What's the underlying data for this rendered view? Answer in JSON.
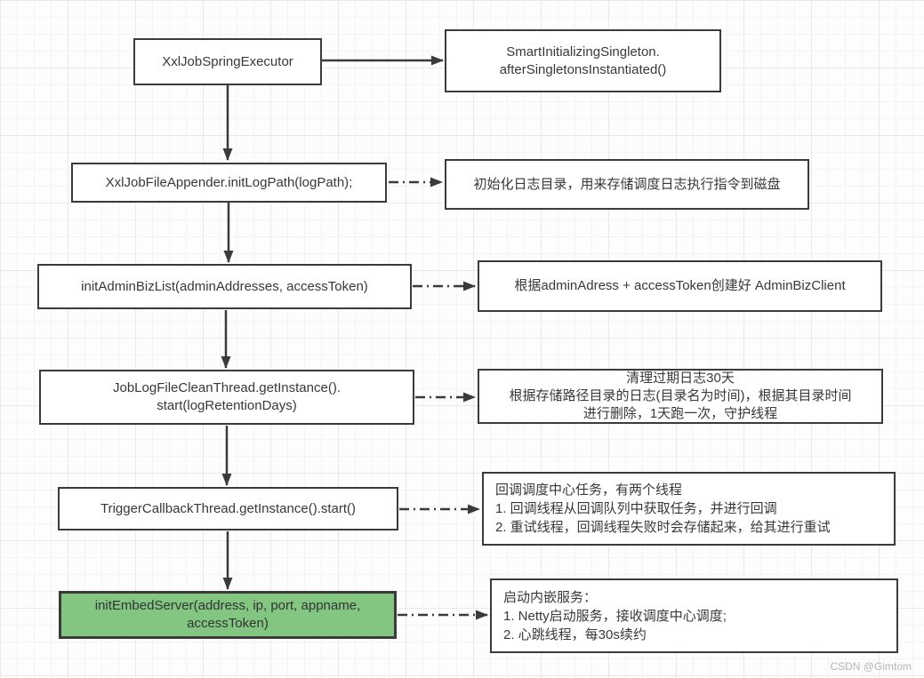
{
  "page": {
    "watermark": "CSDN @Gimtom"
  },
  "colors": {
    "node_border": "#3b3b3b",
    "node_fill": "#ffffff",
    "highlight_fill": "#82c682",
    "text": "#383838",
    "arrow": "#3b3b3b",
    "grid_line_minor": "#f4f4f4",
    "grid_line_major": "#e9e9e9",
    "background": "#fdfdfd",
    "watermark_text": "#b4b4b4"
  },
  "nodes": {
    "executor": {
      "text": "XxlJobSpringExecutor"
    },
    "singleton": {
      "text": "SmartInitializingSingleton.\nafterSingletonsInstantiated()"
    },
    "init_log_path": {
      "text": "XxlJobFileAppender.initLogPath(logPath);"
    },
    "note_log_path": {
      "text": "初始化日志目录，用来存储调度日志执行指令到磁盘"
    },
    "init_admin_biz_list": {
      "text": "initAdminBizList(adminAddresses, accessToken)"
    },
    "note_admin_biz": {
      "text": "根据adminAdress + accessToken创建好 AdminBizClient"
    },
    "log_file_clean": {
      "text": "JobLogFileCleanThread.getInstance().\nstart(logRetentionDays)"
    },
    "note_log_clean": {
      "text": "清理过期日志30天\n根据存储路径目录的日志(目录名为时间)，根据其目录时间\n进行删除，1天跑一次，守护线程"
    },
    "trigger_callback": {
      "text": "TriggerCallbackThread.getInstance().start()"
    },
    "note_callback": {
      "text": "回调调度中心任务，有两个线程\n1. 回调线程从回调队列中获取任务，并进行回调\n2. 重试线程，回调线程失败时会存储起来，给其进行重试"
    },
    "init_embed_server": {
      "text": "initEmbedServer(address, ip, port, appname,\naccessToken)"
    },
    "note_embed_server": {
      "text": "启动内嵌服务：\n1. Netty启动服务，接收调度中心调度;\n2. 心跳线程，每30s续约"
    }
  }
}
